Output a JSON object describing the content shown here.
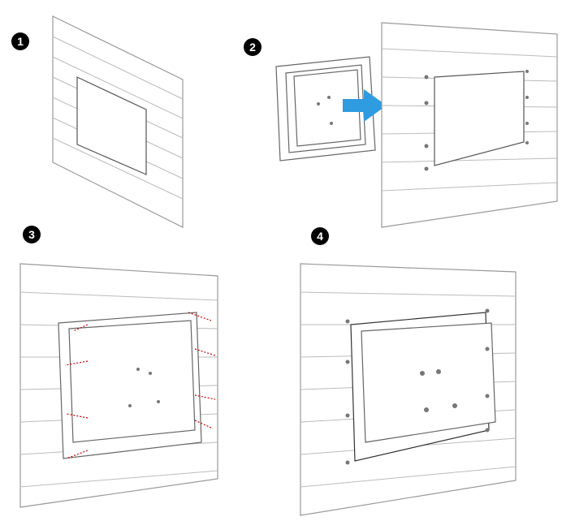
{
  "steps": [
    {
      "number": "1"
    },
    {
      "number": "2"
    },
    {
      "number": "3"
    },
    {
      "number": "4"
    }
  ],
  "colors": {
    "arrow": "#2f9be0",
    "screw_path": "#cc0000",
    "badge": "#000000"
  }
}
